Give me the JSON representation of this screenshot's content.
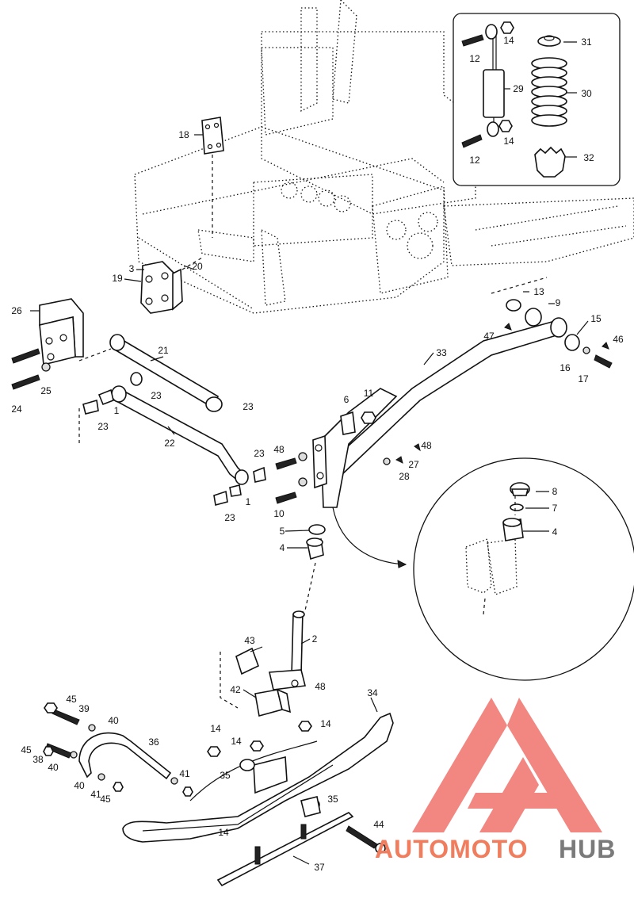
{
  "callouts": [
    "1",
    "1",
    "2",
    "3",
    "4",
    "4",
    "5",
    "6",
    "7",
    "8",
    "9",
    "10",
    "11",
    "12",
    "12",
    "13",
    "14",
    "14",
    "14",
    "14",
    "14",
    "14",
    "15",
    "16",
    "17",
    "18",
    "19",
    "20",
    "21",
    "22",
    "23",
    "23",
    "23",
    "23",
    "23",
    "24",
    "25",
    "26",
    "27",
    "28",
    "29",
    "30",
    "31",
    "32",
    "33",
    "34",
    "35",
    "35",
    "36",
    "37",
    "38",
    "39",
    "40",
    "40",
    "40",
    "41",
    "41",
    "45",
    "45",
    "45",
    "42",
    "43",
    "44",
    "46",
    "47",
    "48",
    "48",
    "48"
  ],
  "watermark": {
    "brand_left": "AUTOMOTO",
    "brand_right": "HUB",
    "color_left": "#f07d5e",
    "color_right": "#7a7a7a",
    "logo_color": "#f0716b"
  }
}
